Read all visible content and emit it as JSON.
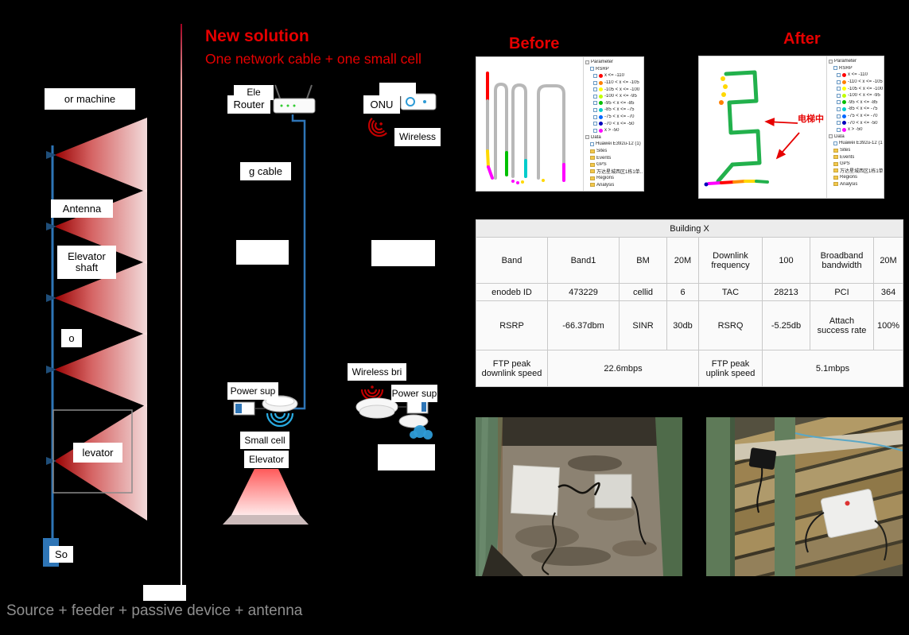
{
  "titles": {
    "new_solution": "New solution",
    "new_solution_sub": "One network cable + one small cell",
    "before": "Before",
    "after": "After"
  },
  "caption": "Source + feeder + passive device + antenna",
  "left_diagram": {
    "machine_room": "or machine",
    "antenna": "Antenna",
    "shaft": "Elevator shaft",
    "partial": "o",
    "car": "levator",
    "source": "So"
  },
  "solution": {
    "room_partial": "Ele",
    "router": "Router",
    "cable": "g cable",
    "power_a": "Power sup",
    "small_cell": "Small cell",
    "elevator": "Elevator",
    "onu": "ONU",
    "wireless": "Wireless",
    "bridge": "Wireless bri",
    "power_b": "Power sup"
  },
  "after_annotation": "电梯中",
  "screenshot_legend": {
    "parameter_label": "Parameter",
    "rsrp_label": "RSRP",
    "ranges": [
      {
        "color": "#ff0000",
        "label": "x <= -110"
      },
      {
        "color": "#ff7f00",
        "label": "-110 < x <= -105"
      },
      {
        "color": "#ffff00",
        "label": "-105 < x <= -100"
      },
      {
        "color": "#bfff00",
        "label": "-100 < x <= -95"
      },
      {
        "color": "#00c000",
        "label": "-95 < x <= -85"
      },
      {
        "color": "#00cccc",
        "label": "-85 < x <= -75"
      },
      {
        "color": "#0066ff",
        "label": "-75 < x <= -70"
      },
      {
        "color": "#0000bb",
        "label": "-70 < x <= -50"
      },
      {
        "color": "#ff00ff",
        "label": "x > -50"
      }
    ],
    "data_label": "Data",
    "device_label": "Huawei E392u-12 (1)",
    "items": [
      "Sites",
      "Events",
      "GPS",
      "万达星城西区1栋1单...",
      "Regions",
      "Analysis"
    ]
  },
  "table": {
    "title": "Building X",
    "rows": [
      [
        {
          "t": "Band"
        },
        {
          "t": "Band1"
        },
        {
          "t": "BM"
        },
        {
          "t": "20M"
        },
        {
          "t": "Downlink frequency"
        },
        {
          "t": "100"
        },
        {
          "t": "Broadband bandwidth"
        },
        {
          "t": "20M"
        }
      ],
      [
        {
          "t": "enodeb ID"
        },
        {
          "t": "473229"
        },
        {
          "t": "cellid"
        },
        {
          "t": "6"
        },
        {
          "t": "TAC"
        },
        {
          "t": "28213"
        },
        {
          "t": "PCI"
        },
        {
          "t": "364"
        }
      ],
      [
        {
          "t": "RSRP"
        },
        {
          "t": "-66.37dbm"
        },
        {
          "t": "SINR"
        },
        {
          "t": "30db"
        },
        {
          "t": "RSRQ"
        },
        {
          "t": "-5.25db"
        },
        {
          "t": "Attach success rate"
        },
        {
          "t": "100%"
        }
      ],
      [
        {
          "t": "FTP peak downlink speed"
        },
        {
          "t": "22.6mbps",
          "span": 3
        },
        {
          "t": "FTP peak uplink speed"
        },
        {
          "t": "5.1mbps",
          "span": 3
        }
      ]
    ]
  },
  "colors": {
    "accent_red": "#e60000",
    "cable_blue": "#2e75b6",
    "wifi_blue": "#29abe2",
    "wifi_red": "#c00000"
  }
}
